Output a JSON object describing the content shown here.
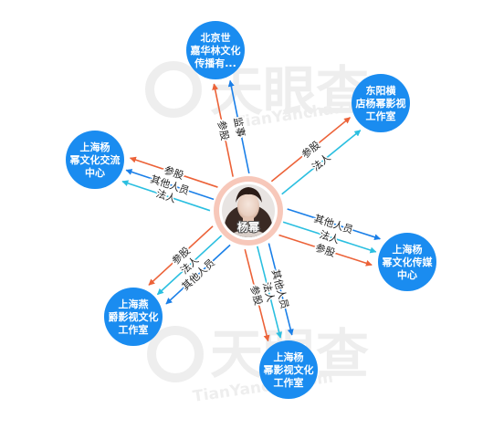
{
  "center": {
    "name": "杨幂"
  },
  "watermark": {
    "brand": "天眼查",
    "url": "TianYancha.com"
  },
  "colors": {
    "node": "#1a8cf0",
    "node_text": "#ffffff",
    "center_ring": "#f19a82",
    "orange": "#ec6238",
    "cyan": "#2bbfe0",
    "blue": "#1a7fe8",
    "label": "#222222"
  },
  "nodes": [
    {
      "id": "n1",
      "lines": [
        "北京世",
        "嘉华林文化",
        "传播有..."
      ]
    },
    {
      "id": "n2",
      "lines": [
        "东阳横",
        "店杨幂影视",
        "工作室"
      ]
    },
    {
      "id": "n3",
      "lines": [
        "上海杨",
        "幂文化交流",
        "中心"
      ]
    },
    {
      "id": "n4",
      "lines": [
        "上海杨",
        "幂文化传媒",
        "中心"
      ]
    },
    {
      "id": "n5",
      "lines": [
        "上海燕",
        "爵影视文化",
        "工作室"
      ]
    },
    {
      "id": "n6",
      "lines": [
        "上海杨",
        "幂影视文化",
        "工作室"
      ]
    }
  ],
  "edges": [
    {
      "target": "n1",
      "color": "orange",
      "label": "参股"
    },
    {
      "target": "n1",
      "color": "blue",
      "label": "监事"
    },
    {
      "target": "n2",
      "color": "orange",
      "label": "参股"
    },
    {
      "target": "n2",
      "color": "cyan",
      "label": "法人"
    },
    {
      "target": "n3",
      "color": "orange",
      "label": "参股"
    },
    {
      "target": "n3",
      "color": "blue",
      "label": "其他人员"
    },
    {
      "target": "n3",
      "color": "cyan",
      "label": "法人"
    },
    {
      "target": "n4",
      "color": "blue",
      "label": "其他人员"
    },
    {
      "target": "n4",
      "color": "cyan",
      "label": "法人"
    },
    {
      "target": "n4",
      "color": "orange",
      "label": "参股"
    },
    {
      "target": "n5",
      "color": "blue",
      "label": "其他人员"
    },
    {
      "target": "n5",
      "color": "cyan",
      "label": "法人"
    },
    {
      "target": "n5",
      "color": "orange",
      "label": "参股"
    },
    {
      "target": "n6",
      "color": "blue",
      "label": "其他人员"
    },
    {
      "target": "n6",
      "color": "cyan",
      "label": "法人"
    },
    {
      "target": "n6",
      "color": "orange",
      "label": "参股"
    }
  ]
}
